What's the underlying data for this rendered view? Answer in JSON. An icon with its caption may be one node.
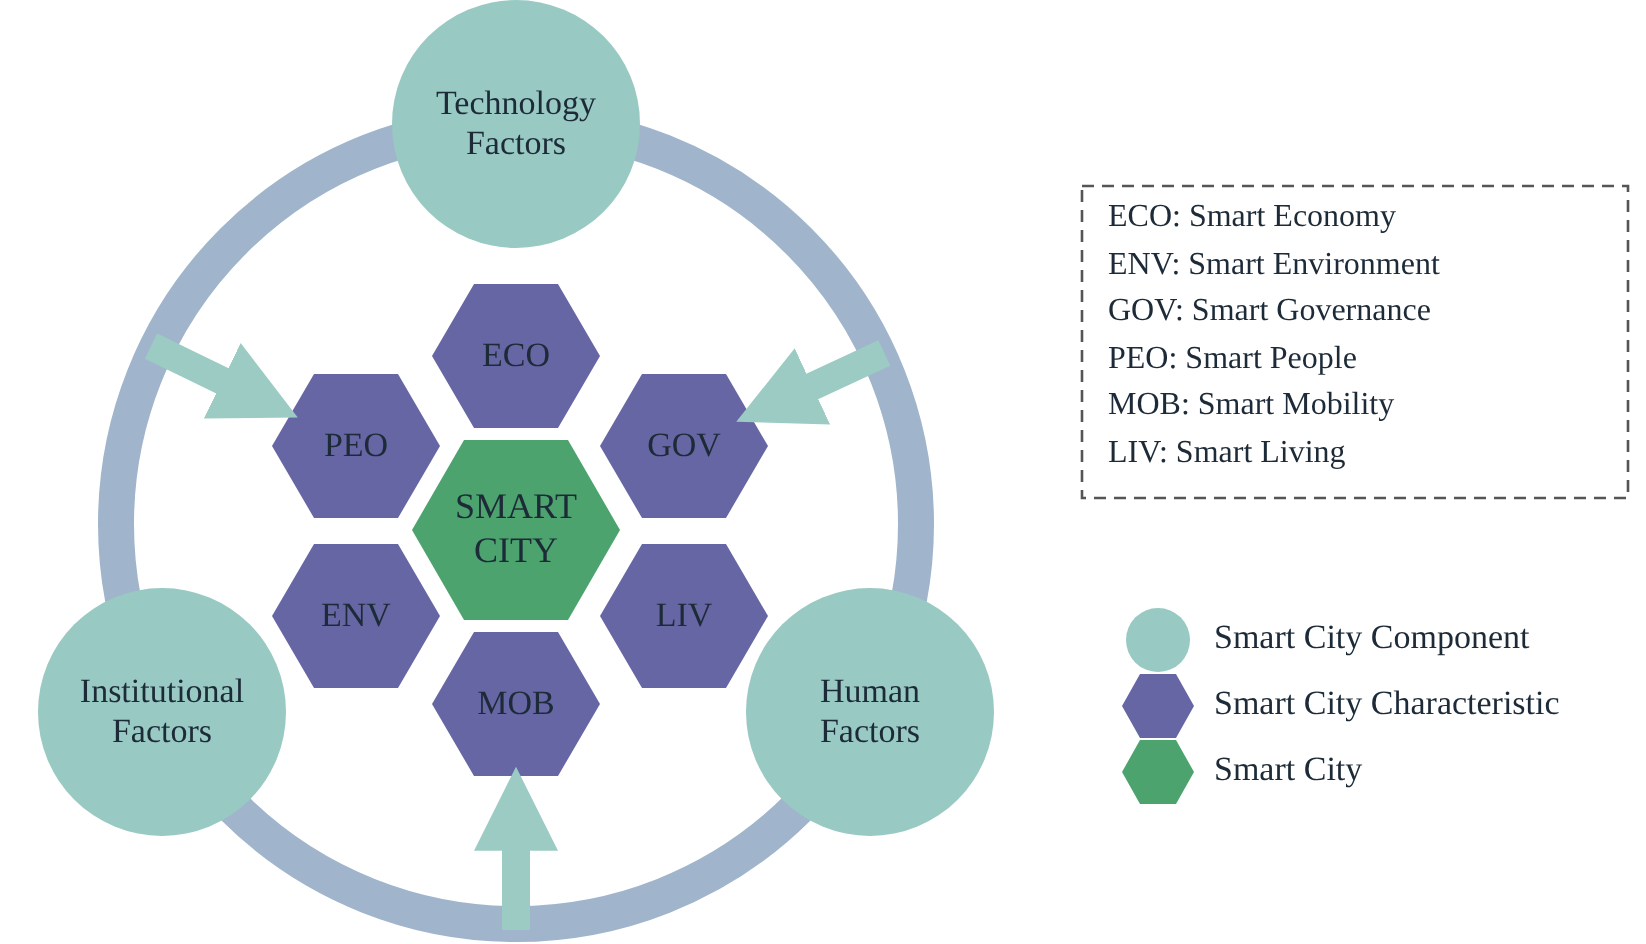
{
  "diagram": {
    "nodes": [
      {
        "text": [],
        "shape": "circle"
      },
      {
        "text": [
          "Technology Factors"
        ]
      },
      {
        "text": [
          "Institutional Factors"
        ]
      },
      {
        "text": [
          "Human Factors"
        ]
      },
      {
        "text": [
          "ECO"
        ],
        "in": 0
      },
      {
        "text": [
          "PEO"
        ],
        "in": 0
      },
      {
        "text": [
          "GOV"
        ],
        "in": 0
      },
      {
        "text": [
          "SMART CITY"
        ],
        "in": 0
      },
      {
        "text": [
          "ENV"
        ],
        "in": 0
      },
      {
        "text": [
          "LIV"
        ],
        "in": 0
      },
      {
        "text": [
          "MOB"
        ],
        "in": 0
      }
    ],
    "edges": [
      {
        "from": 0,
        "to": 5,
        "arrow": "to"
      },
      {
        "from": 0,
        "to": 6,
        "arrow": "to"
      },
      {
        "from": 0,
        "to": 10,
        "arrow": "to"
      }
    ],
    "labels": [
      "ECO: Smart Economy",
      "ENV: Smart Environment",
      "GOV: Smart Governance",
      "PEO: Smart People",
      "MOB: Smart Mobility",
      "LIV: Smart Living"
    ],
    "legend": [
      {
        "text": "Smart City Component",
        "color": "#98c9c3"
      },
      {
        "text": "Smart City Characteristic",
        "color": "#6766a5"
      },
      {
        "text": "Smart City",
        "color": "#4ca36e"
      }
    ]
  }
}
